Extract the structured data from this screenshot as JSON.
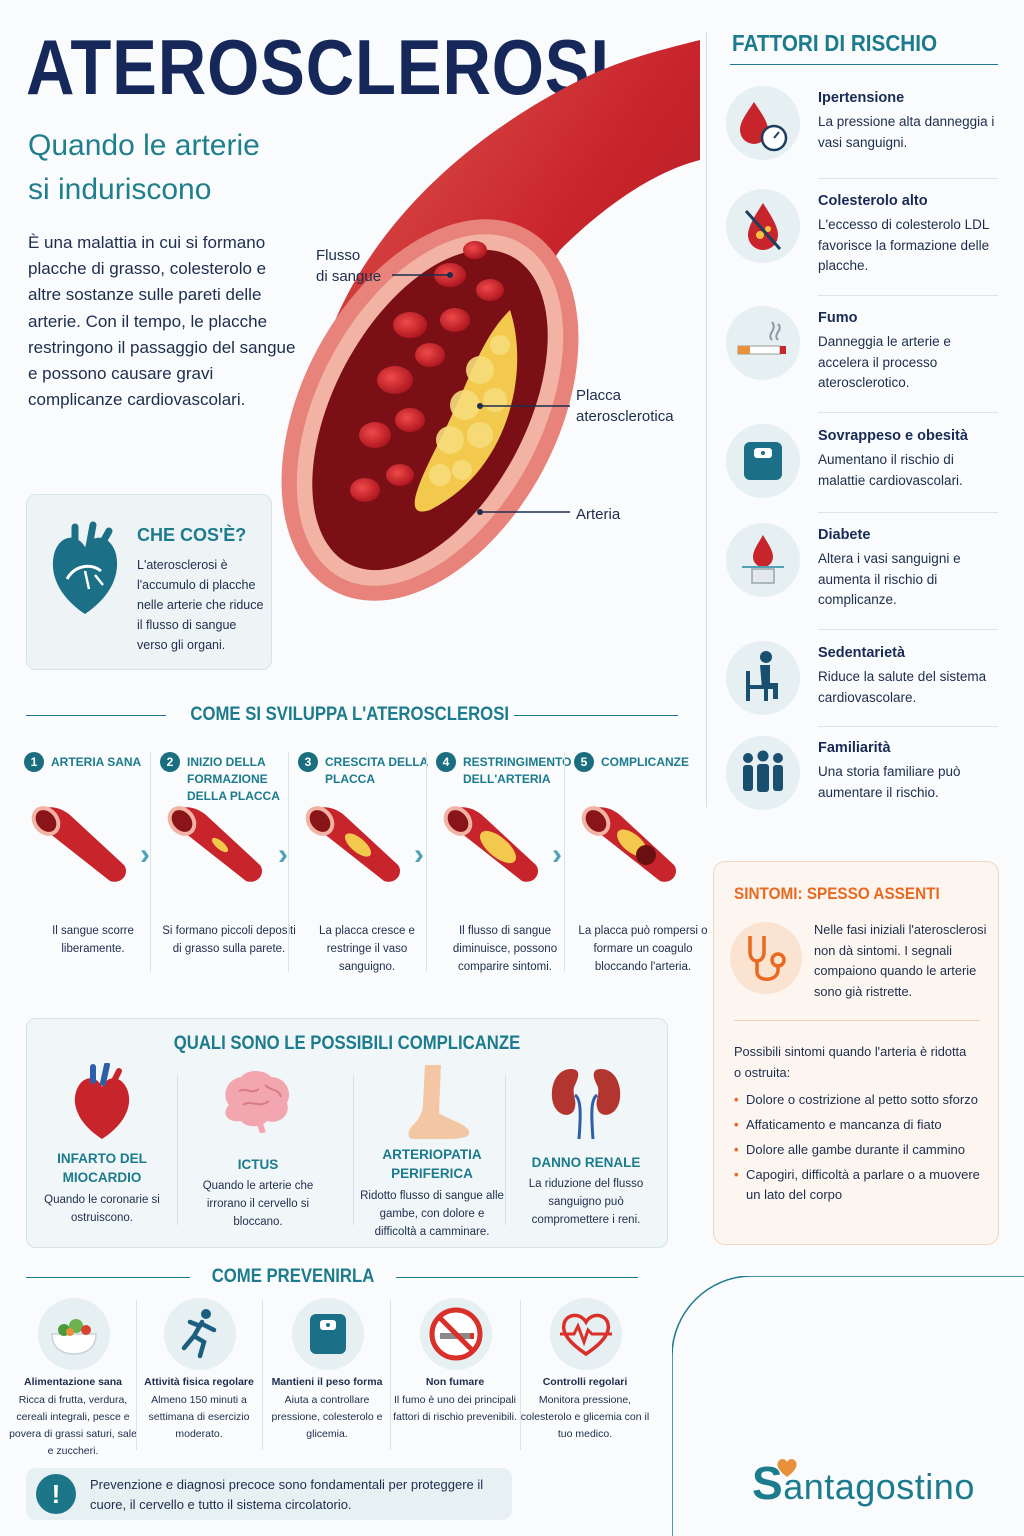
{
  "header": {
    "title": "ATEROSCLEROSI",
    "subtitle_line1": "Quando le arterie",
    "subtitle_line2": "si induriscono",
    "intro": "È una malattia in cui si formano placche di grasso, colesterolo e altre sostanze sulle pareti delle arterie. Con il tempo, le placche restringono il passaggio del sangue e possono causare gravi complicanze cardiovascolari."
  },
  "artery_labels": {
    "flow_line1": "Flusso",
    "flow_line2": "di sangue",
    "plaque_line1": "Placca",
    "plaque_line2": "aterosclerotica",
    "artery": "Arteria"
  },
  "what_is": {
    "title": "CHE COS'È?",
    "text": "L'aterosclerosi è l'accumulo di placche nelle arterie che riduce il flusso di sangue verso gli organi."
  },
  "risk_factors": {
    "title": "FATTORI DI RISCHIO",
    "items": [
      {
        "name": "Ipertensione",
        "desc": "La pressione alta danneggia i vasi sanguigni.",
        "icon": "blood-pressure-icon"
      },
      {
        "name": "Colesterolo alto",
        "desc": "L'eccesso di colesterolo LDL favorisce la formazione delle placche.",
        "icon": "cholesterol-drop-icon"
      },
      {
        "name": "Fumo",
        "desc": "Danneggia le arterie e accelera il processo aterosclerotico.",
        "icon": "cigarette-icon"
      },
      {
        "name": "Sovrappeso e obesità",
        "desc": "Aumentano il rischio di malattie cardiovascolari.",
        "icon": "scale-icon"
      },
      {
        "name": "Diabete",
        "desc": "Altera i vasi sanguigni e aumenta il rischio di complicanze.",
        "icon": "glucose-drop-icon"
      },
      {
        "name": "Sedentarietà",
        "desc": "Riduce la salute del sistema cardiovascolare.",
        "icon": "sitting-person-icon"
      },
      {
        "name": "Familiarità",
        "desc": "Una storia familiare può aumentare il rischio.",
        "icon": "family-icon"
      }
    ]
  },
  "development": {
    "title": "COME SI SVILUPPA L'ATEROSCLEROSI",
    "stages": [
      {
        "num": "1",
        "title": "ARTERIA SANA",
        "text": "Il sangue scorre liberamente."
      },
      {
        "num": "2",
        "title": "INIZIO DELLA FORMAZIONE DELLA PLACCA",
        "text": "Si formano piccoli depositi di grasso sulla parete."
      },
      {
        "num": "3",
        "title": "CRESCITA DELLA PLACCA",
        "text": "La placca cresce e restringe il vaso sanguigno."
      },
      {
        "num": "4",
        "title": "RESTRINGIMENTO DELL'ARTERIA",
        "text": "Il flusso di sangue diminuisce, possono comparire sintomi."
      },
      {
        "num": "5",
        "title": "COMPLICANZE",
        "text": "La placca può rompersi o formare un coagulo bloccando l'arteria."
      }
    ]
  },
  "complications": {
    "title": "QUALI SONO LE POSSIBILI COMPLICANZE",
    "items": [
      {
        "name": "INFARTO DEL MIOCARDIO",
        "text": "Quando le coronarie si ostruiscono.",
        "icon": "heart-icon"
      },
      {
        "name": "ICTUS",
        "text": "Quando le arterie che irrorano il cervello si bloccano.",
        "icon": "brain-icon"
      },
      {
        "name": "ARTERIOPATIA PERIFERICA",
        "text": "Ridotto flusso di sangue alle gambe, con dolore e difficoltà a camminare.",
        "icon": "leg-icon"
      },
      {
        "name": "DANNO RENALE",
        "text": "La riduzione del flusso sanguigno può compromettere i reni.",
        "icon": "kidneys-icon"
      }
    ]
  },
  "symptoms": {
    "title": "SINTOMI: SPESSO ASSENTI",
    "intro": "Nelle fasi iniziali l'aterosclerosi non dà sintomi. I segnali compaiono quando le arterie sono già ristrette.",
    "lead": "Possibili sintomi quando l'arteria è ridotta o ostruita:",
    "list": [
      "Dolore o costrizione al petto sotto sforzo",
      "Affaticamento e mancanza di fiato",
      "Dolore alle gambe durante il cammino",
      "Capogiri, difficoltà a parlare o a muovere un lato del corpo"
    ]
  },
  "prevention": {
    "title": "COME PREVENIRLA",
    "items": [
      {
        "name": "Alimentazione sana",
        "text": "Ricca di frutta, verdura, cereali integrali, pesce e povera di grassi saturi, sale e zuccheri.",
        "icon": "salad-icon"
      },
      {
        "name": "Attività fisica regolare",
        "text": "Almeno 150 minuti a settimana di esercizio moderato.",
        "icon": "runner-icon"
      },
      {
        "name": "Mantieni il peso forma",
        "text": "Aiuta a controllare pressione, colesterolo e glicemia.",
        "icon": "scale-icon"
      },
      {
        "name": "Non fumare",
        "text": "Il fumo è uno dei principali fattori di rischio prevenibili.",
        "icon": "no-smoking-icon"
      },
      {
        "name": "Controlli regolari",
        "text": "Monitora pressione, colesterolo e glicemia con il tuo medico.",
        "icon": "heartbeat-icon"
      }
    ],
    "note": "Prevenzione e diagnosi precoce sono fondamentali per proteggere il cuore, il cervello e tutto il sistema circolatorio."
  },
  "brand": {
    "logo_rest": "antagostino",
    "logo_initial": "S"
  },
  "colors": {
    "navy": "#16285a",
    "teal": "#1c7b8c",
    "orange": "#e8691f",
    "artery_red": "#c8242b",
    "plaque_yellow": "#f2c94c"
  }
}
